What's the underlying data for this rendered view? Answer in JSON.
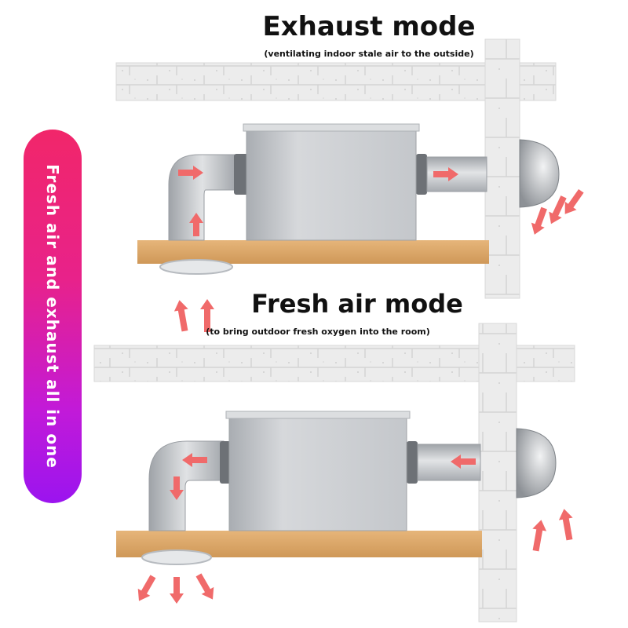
{
  "exhaust_mode": {
    "title": "Exhaust mode",
    "subtitle": "(ventilating indoor stale air to the outside)"
  },
  "fresh_air_mode": {
    "title": "Fresh air mode",
    "subtitle": "(to bring outdoor fresh oxygen into the room)"
  },
  "side_label": "Fresh air and exhaust all in one",
  "colors": {
    "arrow": "#f06a6a",
    "wood": "#d9a466",
    "stone": "#e9e9e9",
    "steel": "#c9cbce",
    "badge_top": "#f1266a",
    "badge_bottom": "#9b14ef"
  }
}
